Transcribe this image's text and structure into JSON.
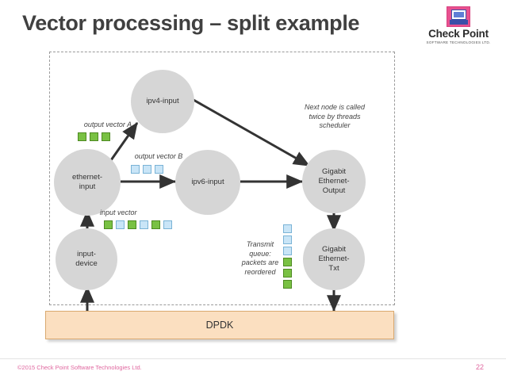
{
  "slide": {
    "title": "Vector processing – split example",
    "page_number": "22"
  },
  "logo": {
    "name": "Check Point",
    "tagline": "SOFTWARE TECHNOLOGIES LTD.",
    "mark_icon": "computer-monitor-icon",
    "mark_color": "#e8518f"
  },
  "diagram": {
    "nodes": [
      {
        "id": "ipv4-input",
        "label": "ipv4-input"
      },
      {
        "id": "ethernet-input",
        "label": "ethernet-\ninput"
      },
      {
        "id": "ipv6-input",
        "label": "ipv6-input"
      },
      {
        "id": "gigabit-ethernet-output",
        "label": "Gigabit\nEthernet-\nOutput"
      },
      {
        "id": "input-device",
        "label": "input-\ndevice"
      },
      {
        "id": "gigabit-ethernet-txt",
        "label": "Gigabit\nEthernet-\nTxt"
      }
    ],
    "annotations": [
      {
        "id": "output-vector-a",
        "text": "output vector A"
      },
      {
        "id": "output-vector-b",
        "text": "output vector B"
      },
      {
        "id": "input-vector",
        "text": "input vector"
      },
      {
        "id": "scheduler-note",
        "text": "Next node is called\ntwice by threads\nscheduler"
      },
      {
        "id": "transmit-queue",
        "text": "Transmit\nqueue:\npackets are\nreordered"
      }
    ],
    "vectors": {
      "output_vector_a": [
        "green",
        "green",
        "green"
      ],
      "output_vector_b": [
        "blue",
        "blue",
        "blue"
      ],
      "input_vector": [
        "green",
        "blue",
        "green",
        "blue",
        "green",
        "blue"
      ],
      "transmit_queue": [
        "blue",
        "blue",
        "blue",
        "green",
        "green",
        "green"
      ]
    },
    "colors": {
      "node_fill": "#d6d6d6",
      "packet_green": "#79c143",
      "packet_blue": "#c9e5f7",
      "arrow": "#333333",
      "region_border": "#9a9a9a"
    }
  },
  "dpdk": {
    "label": "DPDK",
    "fill": "#fbdfc0",
    "border": "#d9a96f"
  },
  "footer": {
    "copyright": "©2015 Check Point Software Technologies Ltd.",
    "accent": "#e0679f"
  }
}
